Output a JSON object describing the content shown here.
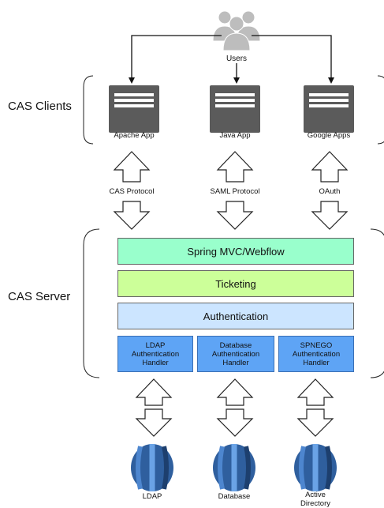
{
  "users": {
    "label": "Users"
  },
  "sections": {
    "clients": "CAS Clients",
    "server": "CAS Server"
  },
  "clients": [
    {
      "label": "Apache App",
      "protocol": "CAS Protocol"
    },
    {
      "label": "Java App",
      "protocol": "SAML Protocol"
    },
    {
      "label": "Google Apps",
      "protocol": "OAuth"
    }
  ],
  "layers": {
    "spring": "Spring MVC/Webflow",
    "ticketing": "Ticketing",
    "authentication": "Authentication"
  },
  "handlers": [
    {
      "line1": "LDAP",
      "line2": "Authentication",
      "line3": "Handler"
    },
    {
      "line1": "Database",
      "line2": "Authentication",
      "line3": "Handler"
    },
    {
      "line1": "SPNEGO",
      "line2": "Authentication",
      "line3": "Handler"
    }
  ],
  "stores": [
    {
      "line1": "LDAP",
      "line2": ""
    },
    {
      "line1": "Database",
      "line2": ""
    },
    {
      "line1": "Active",
      "line2": "Directory"
    }
  ],
  "colors": {
    "spring": "#99ffcc",
    "ticketing": "#ccff99",
    "authentication": "#cce5ff",
    "handler": "#5ea4f5",
    "client_box": "#5b5b5b",
    "database": "#2f5f9e"
  }
}
